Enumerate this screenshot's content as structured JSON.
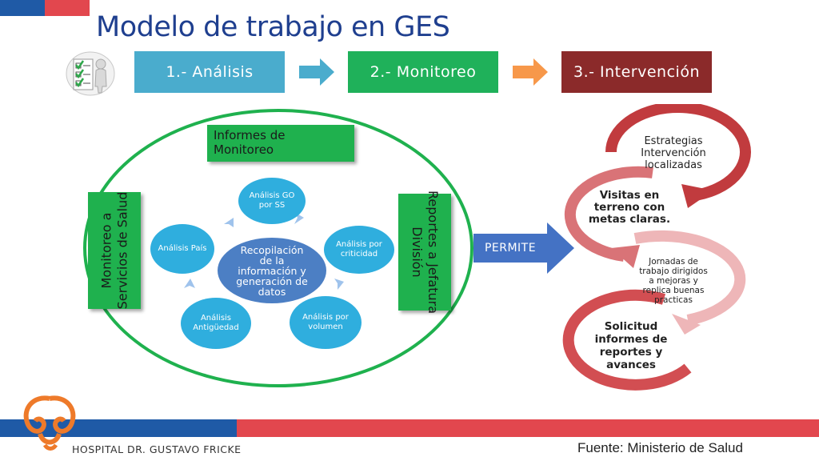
{
  "title": "Modelo de trabajo en GES",
  "steps": [
    {
      "label": "1.- Análisis",
      "color": "#4aaccd"
    },
    {
      "label": "2.- Monitoreo",
      "color": "#1fb15a"
    },
    {
      "label": "3.- Intervención",
      "color": "#8b2a2a"
    }
  ],
  "informes": {
    "line1": "Informes de",
    "line2": "Monitoreo"
  },
  "left_box": {
    "line1": "Monitoreo a",
    "line2": "Servicios de Salud"
  },
  "right_box": {
    "line1": "Reportes a Jefatura",
    "line2": "División"
  },
  "center": {
    "line1": "Recopilación",
    "line2": "de la",
    "line3": "información y",
    "line4": "generación de",
    "line5": "datos"
  },
  "nodes": {
    "go": {
      "line1": "Análisis GO",
      "line2": "por SS"
    },
    "criticidad": {
      "line1": "Análisis por",
      "line2": "criticidad"
    },
    "volumen": {
      "line1": "Análisis por",
      "line2": "volumen"
    },
    "antiguedad": {
      "line1": "Análisis",
      "line2": "Antigüedad"
    },
    "pais": {
      "line1": "Análisis País"
    }
  },
  "permite": "PERMITE",
  "cycle": {
    "c1": {
      "line1": "Estrategias",
      "line2": "Intervención",
      "line3": "localizadas"
    },
    "c2": {
      "line1": "Visitas en",
      "line2": "terreno con",
      "line3": "metas claras."
    },
    "c3": {
      "line1": "Jornadas de",
      "line2": "trabajo  dirigidos",
      "line3": "a mejoras y",
      "line4": "replica buenas",
      "line5": "practicas"
    },
    "c4": {
      "line1": "Solicitud",
      "line2": "informes de",
      "line3": "reportes y",
      "line4": "avances"
    }
  },
  "hospital": "HOSPITAL DR. GUSTAVO FRICKE",
  "fuente": "Fuente: Ministerio de Salud",
  "colors": {
    "brand_blue": "#1f5aa6",
    "brand_red": "#e2474e",
    "green": "#1fb14e",
    "circle_blue": "#2faede"
  }
}
